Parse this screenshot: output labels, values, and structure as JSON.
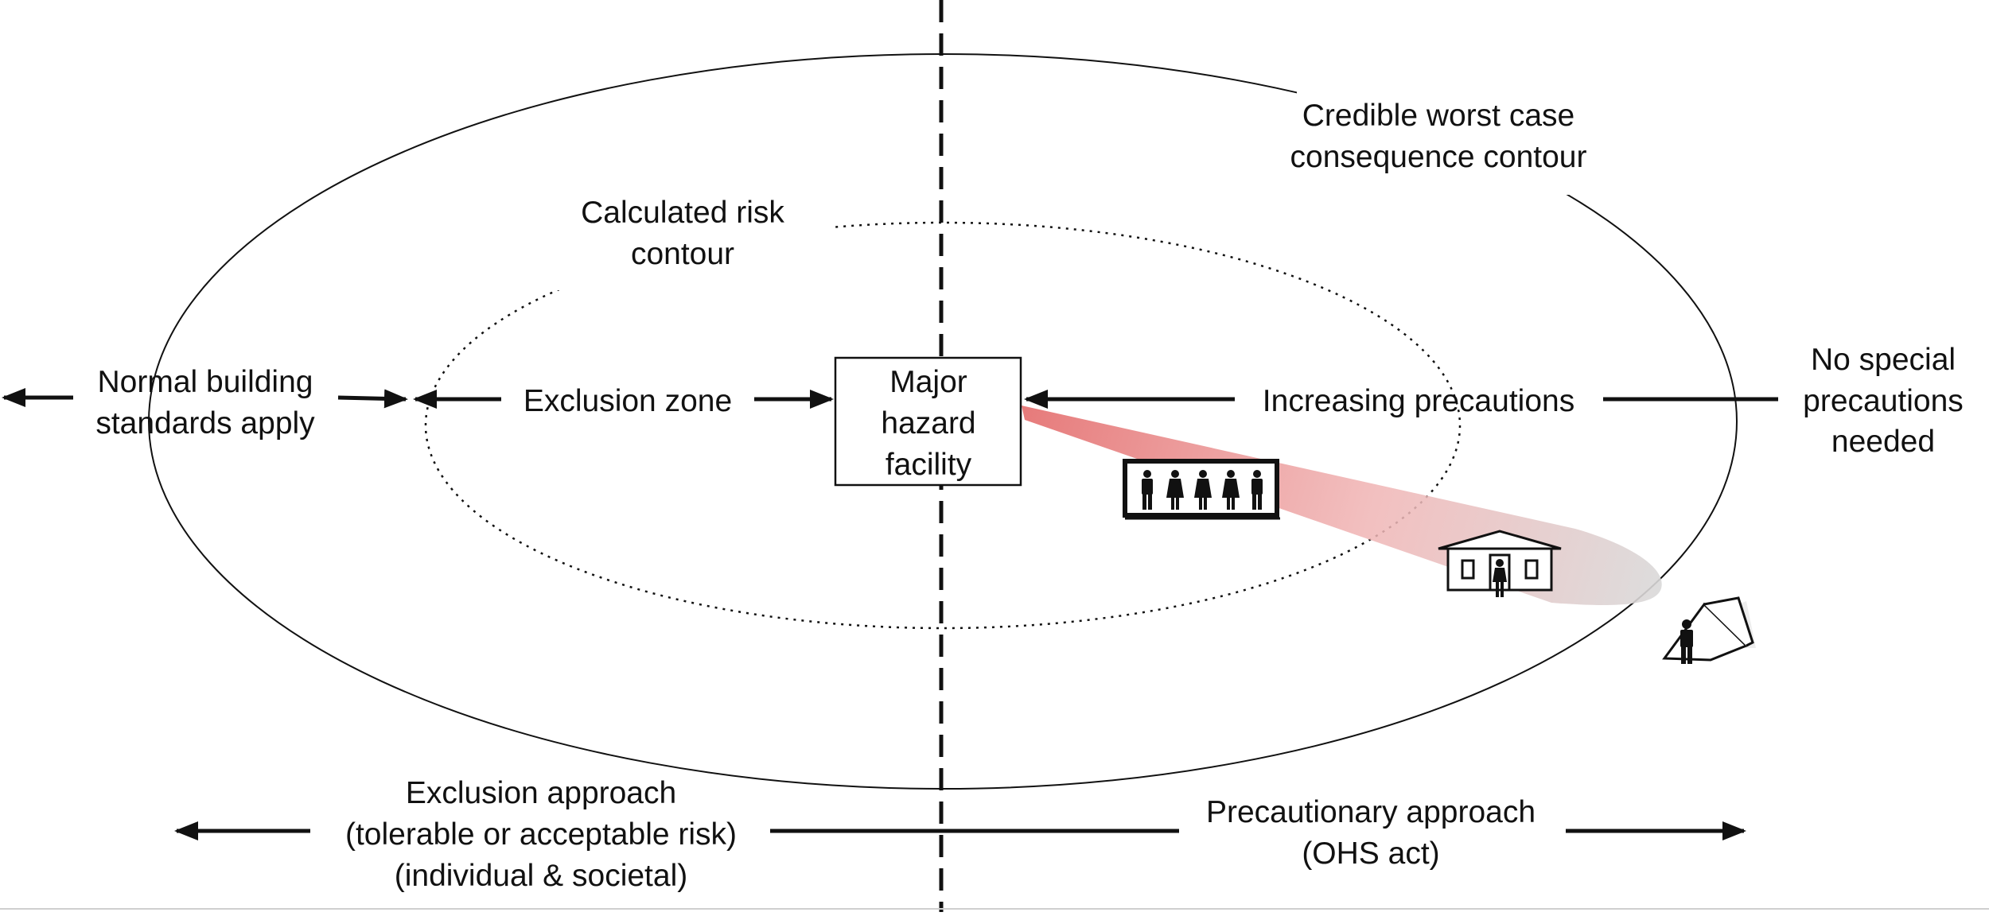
{
  "labels": {
    "worst_case_line1": "Credible worst case",
    "worst_case_line2": "consequence contour",
    "risk_line1": "Calculated risk",
    "risk_line2": "contour",
    "normal_line1": "Normal building",
    "normal_line2": "standards apply",
    "exclusion_zone": "Exclusion zone",
    "facility_line1": "Major",
    "facility_line2": "hazard",
    "facility_line3": "facility",
    "increasing": "Increasing precautions",
    "no_special_line1": "No special",
    "no_special_line2": "precautions",
    "no_special_line3": "needed",
    "exclusion_approach_line1": "Exclusion approach",
    "exclusion_approach_line2": "(tolerable or acceptable risk)",
    "exclusion_approach_line3": "(individual & societal)",
    "precautionary_line1": "Precautionary approach",
    "precautionary_line2": "(OHS act)"
  },
  "colors": {
    "plume": "#e57373",
    "plume_fade": "#dddddd",
    "ink": "#111111"
  },
  "icons": [
    "people-group-icon",
    "house-icon",
    "tent-icon"
  ]
}
